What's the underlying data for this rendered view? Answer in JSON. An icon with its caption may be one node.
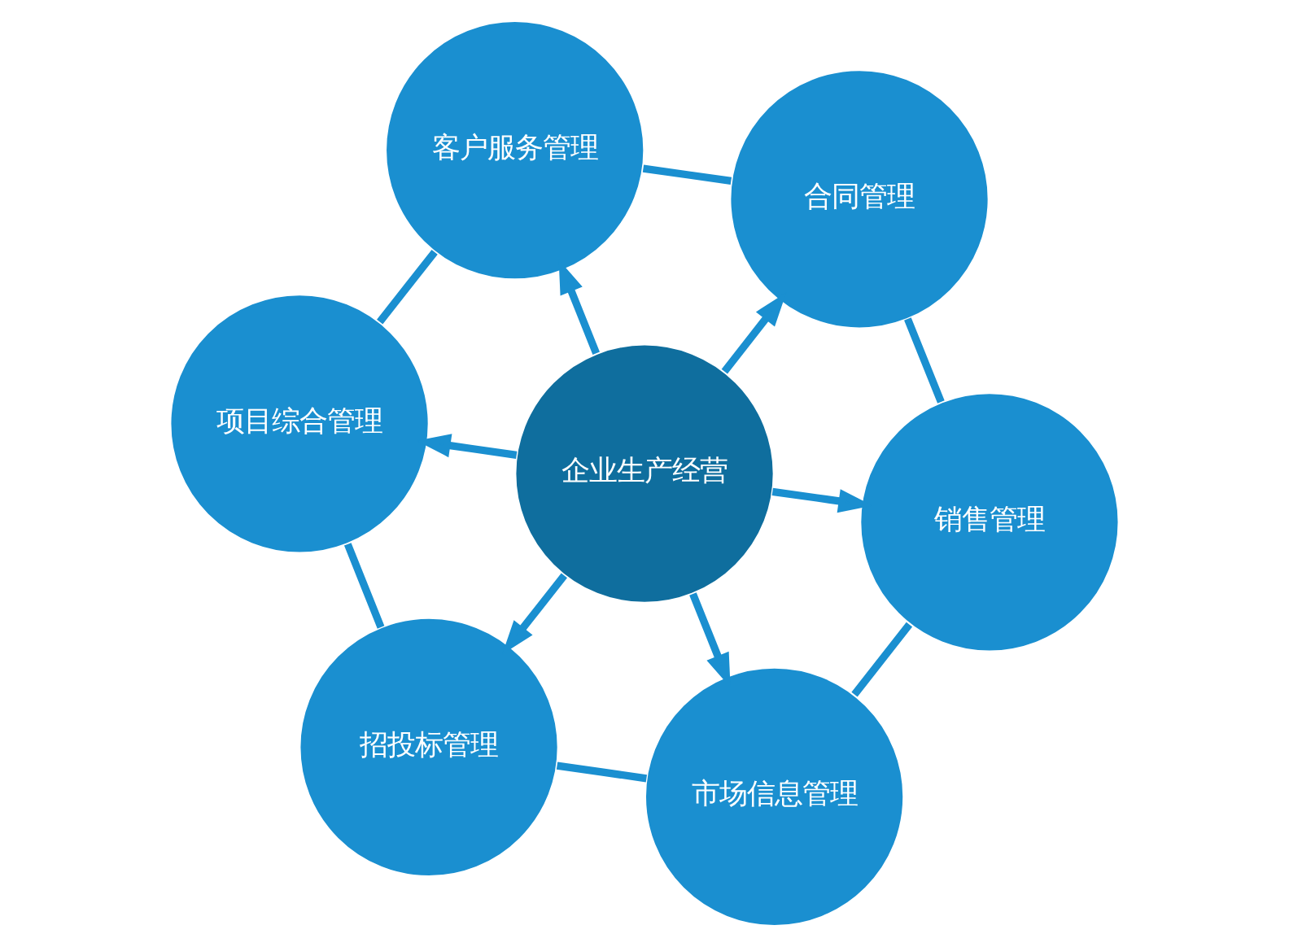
{
  "diagram": {
    "nodes": [
      {
        "text": [
          "企业生产经营"
        ]
      },
      {
        "text": [
          "市场信息管理"
        ]
      },
      {
        "text": [
          "销售管理"
        ]
      },
      {
        "text": [
          "合同管理"
        ]
      },
      {
        "text": [
          "客户服务管理"
        ]
      },
      {
        "text": [
          "项目综合管理"
        ]
      },
      {
        "text": [
          "招投标管理"
        ]
      }
    ],
    "edges": [
      {
        "from": 0,
        "to": 1,
        "arrow": "to"
      },
      {
        "from": 0,
        "to": 2,
        "arrow": "to"
      },
      {
        "from": 0,
        "to": 3,
        "arrow": "to"
      },
      {
        "from": 0,
        "to": 4,
        "arrow": "to"
      },
      {
        "from": 0,
        "to": 5,
        "arrow": "to"
      },
      {
        "from": 0,
        "to": 6,
        "arrow": "to"
      },
      {
        "from": 1,
        "to": 2,
        "arrow": "none"
      },
      {
        "from": 2,
        "to": 3,
        "arrow": "none"
      },
      {
        "from": 3,
        "to": 4,
        "arrow": "none"
      },
      {
        "from": 4,
        "to": 5,
        "arrow": "none"
      },
      {
        "from": 5,
        "to": 6,
        "arrow": "none"
      },
      {
        "from": 6,
        "to": 1,
        "arrow": "none"
      }
    ]
  }
}
